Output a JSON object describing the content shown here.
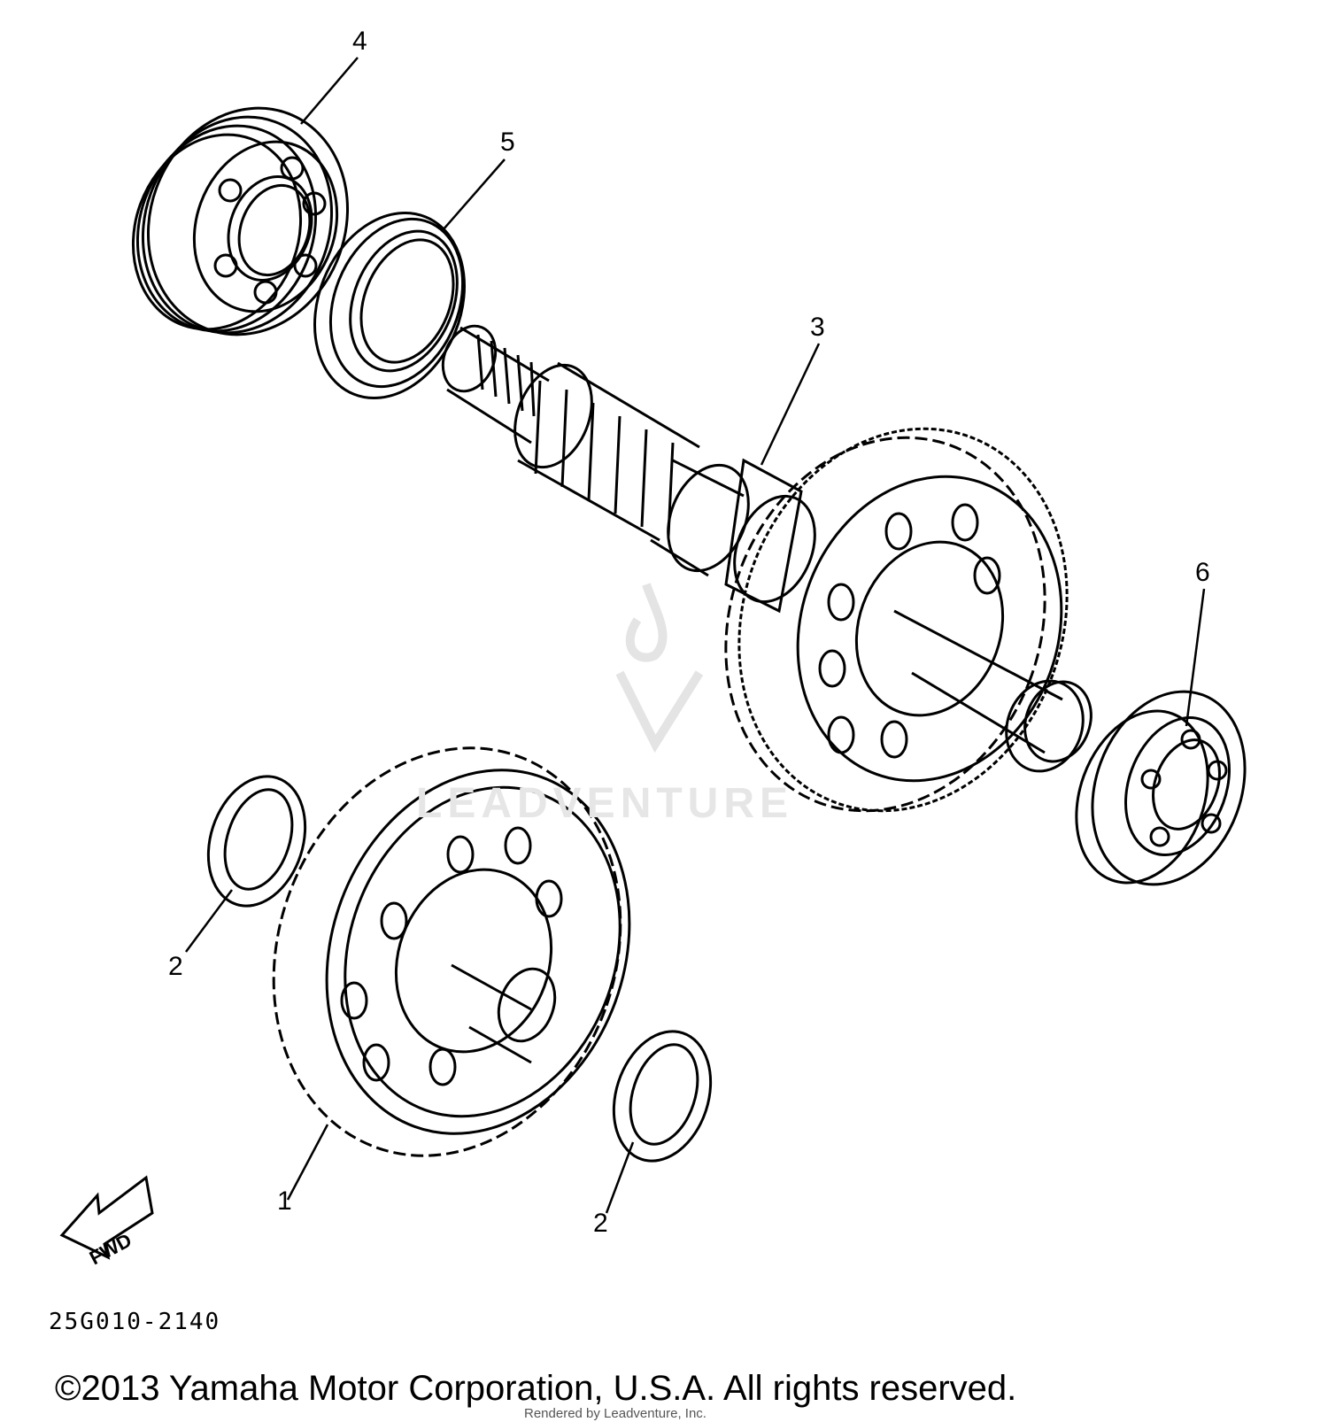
{
  "callouts": [
    {
      "label": "1"
    },
    {
      "label": "2"
    },
    {
      "label": "2"
    },
    {
      "label": "3"
    },
    {
      "label": "4"
    },
    {
      "label": "5"
    },
    {
      "label": "6"
    }
  ],
  "direction_marker": {
    "label": "FWD"
  },
  "drawing_code": "25G010-2140",
  "copyright": "©2013 Yamaha Motor Corporation, U.S.A. All rights reserved.",
  "rendered_by": "Rendered by Leadventure, Inc.",
  "watermark": "LEADVENTURE",
  "colors": {
    "ink": "#000000",
    "paper": "#ffffff",
    "watermark": "#e6e6e6"
  }
}
